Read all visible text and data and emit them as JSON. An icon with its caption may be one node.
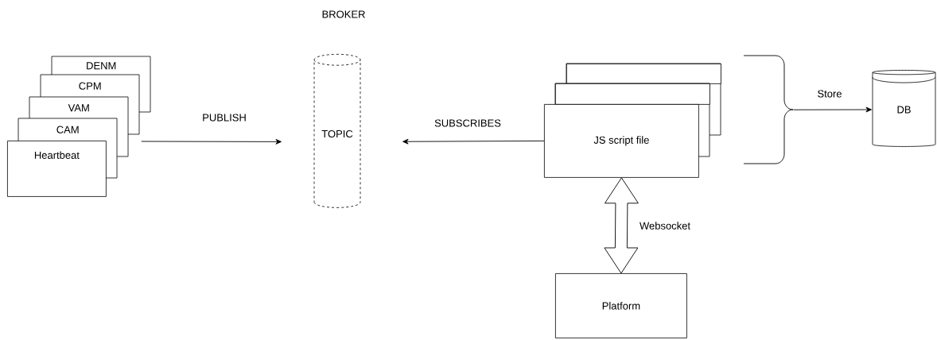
{
  "diagram": {
    "nodes": [
      {
        "text": [
          "DENM"
        ]
      },
      {
        "text": [
          "CPM"
        ]
      },
      {
        "text": [
          "VAM"
        ]
      },
      {
        "text": [
          "CAM"
        ]
      },
      {
        "text": [
          "Heartbeat"
        ]
      },
      {
        "text": [
          "TOPIC"
        ],
        "beside": [
          "BROKER"
        ]
      },
      {
        "text": [],
        "shape": "box"
      },
      {
        "text": [],
        "shape": "box"
      },
      {
        "text": [
          "JS script file"
        ]
      },
      {
        "text": [],
        "shape": "brace"
      },
      {
        "text": [
          "DB"
        ]
      },
      {
        "text": [
          "Platform"
        ]
      }
    ],
    "edges": [
      {
        "from": 4,
        "to": 5,
        "arrow": "to",
        "label": "PUBLISH"
      },
      {
        "from": 8,
        "to": 5,
        "arrow": "to",
        "label": "SUBSCRIBES"
      },
      {
        "from": 9,
        "to": 10,
        "arrow": "to",
        "label": "Store"
      },
      {
        "from": 8,
        "to": 11,
        "arrow": "both",
        "label": "Websocket"
      }
    ]
  }
}
